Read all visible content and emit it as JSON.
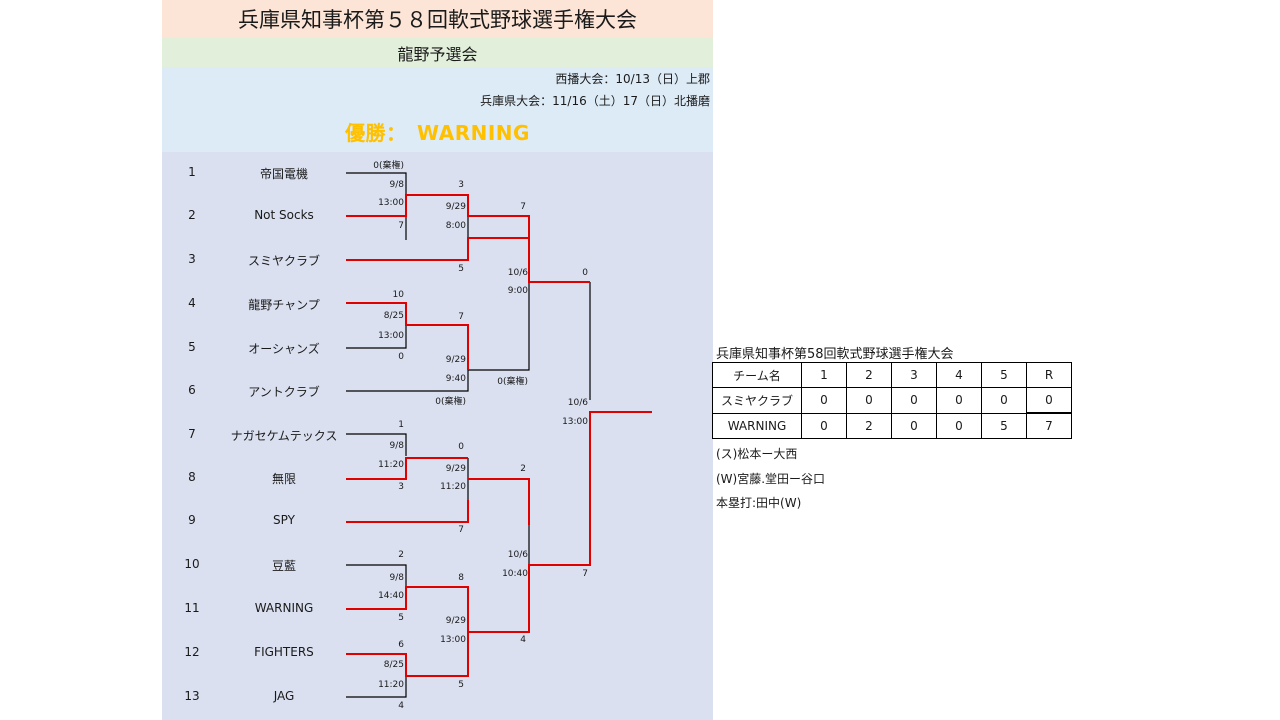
{
  "header": {
    "title": "兵庫県知事杯第５８回軟式野球選手権大会",
    "subtitle": "龍野予選会",
    "schedule_1": "西播大会：10/13（日）上郡",
    "schedule_2": "兵庫県大会：11/16（土）17（日）北播磨",
    "winner": "優勝：　WARNING"
  },
  "teams": [
    {
      "seed": "1",
      "name": "帝国電機"
    },
    {
      "seed": "2",
      "name": "Not Socks"
    },
    {
      "seed": "3",
      "name": "スミヤクラブ"
    },
    {
      "seed": "4",
      "name": "龍野チャンプ"
    },
    {
      "seed": "5",
      "name": "オーシャンズ"
    },
    {
      "seed": "6",
      "name": "アントクラブ"
    },
    {
      "seed": "7",
      "name": "ナガセケムテックス"
    },
    {
      "seed": "8",
      "name": "無限"
    },
    {
      "seed": "9",
      "name": "SPY"
    },
    {
      "seed": "10",
      "name": "豆藍"
    },
    {
      "seed": "11",
      "name": "WARNING"
    },
    {
      "seed": "12",
      "name": "FIGHTERS"
    },
    {
      "seed": "13",
      "name": "JAG"
    }
  ],
  "bracket_labels": [
    "0(棄権)",
    "9/8",
    "13:00",
    "7",
    "3",
    "9/29",
    "8:00",
    "5",
    "10",
    "8/25",
    "13:00",
    "0",
    "7",
    "9/29",
    "9:40",
    "0(棄権)",
    "7",
    "10/6",
    "9:00",
    "0(棄権)",
    "0",
    "10/6",
    "13:00",
    "7",
    "1",
    "9/8",
    "11:20",
    "3",
    "0",
    "9/29",
    "11:20",
    "7",
    "2",
    "10/6",
    "10:40",
    "4",
    "2",
    "9/8",
    "14:40",
    "5",
    "8",
    "9/29",
    "13:00",
    "5",
    "6",
    "8/25",
    "11:20",
    "4"
  ],
  "scoreboard": {
    "title": "兵庫県知事杯第58回軟式野球選手権大会",
    "header": [
      "チーム名",
      "1",
      "2",
      "3",
      "4",
      "5",
      "R"
    ],
    "rows": [
      [
        "スミヤクラブ",
        "0",
        "0",
        "0",
        "0",
        "0",
        "0"
      ],
      [
        "WARNING",
        "0",
        "2",
        "0",
        "0",
        "5",
        "7"
      ]
    ],
    "notes": [
      "(ス)松本ー大西",
      "(W)宮藤.堂田ー谷口",
      "本塁打:田中(W)"
    ]
  },
  "colors": {
    "title_bg": "#fce4d6",
    "subtitle_bg": "#e2efda",
    "info_bg": "#ddebf7",
    "bracket_bg": "#dae0f0",
    "winner": "#ffc000",
    "win_line": "#e00000"
  }
}
